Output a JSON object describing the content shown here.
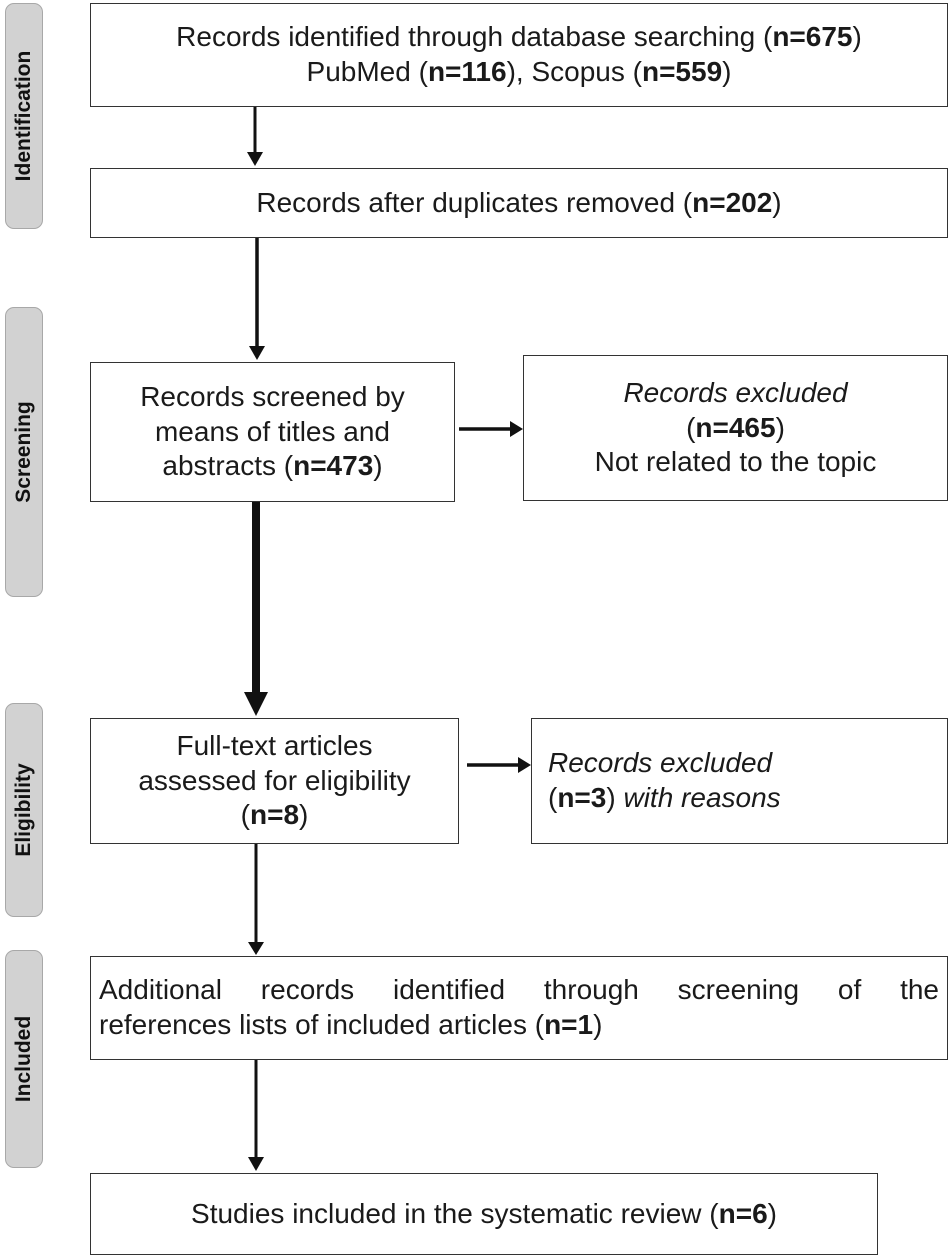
{
  "stages": {
    "identification": "Identification",
    "screening": "Screening",
    "eligibility": "Eligibility",
    "included": "Included"
  },
  "boxes": {
    "identified": {
      "line1_text": "Records identified through database searching (",
      "line1_n": "n=675",
      "line1_close": ")",
      "line2_pre": "PubMed (",
      "line2_n1": "n=116",
      "line2_mid": "), Scopus (",
      "line2_n2": "n=559",
      "line2_close": ")"
    },
    "after_duplicates": {
      "text": "Records after duplicates removed (",
      "n": "n=202",
      "close": ")"
    },
    "screened": {
      "line1": "Records screened by",
      "line2": "means of titles and",
      "line3_pre": "abstracts (",
      "line3_n": "n=473",
      "line3_close": ")"
    },
    "excluded_screening": {
      "line1": "Records excluded",
      "line2_pre": "(",
      "line2_n": "n=465",
      "line2_close": ")",
      "line3": "Not related to the topic"
    },
    "full_text": {
      "line1": "Full-text articles",
      "line2": "assessed for eligibility",
      "line3_pre": "(",
      "line3_n": "n=8",
      "line3_close": ")"
    },
    "excluded_eligibility": {
      "line1": "Records excluded",
      "line2_pre": "(",
      "line2_n": "n=3",
      "line2_mid": ") ",
      "line2_reason": "with reasons"
    },
    "additional": {
      "line1": "Additional records identified through screening of the",
      "line2_pre": "references lists of included articles (",
      "line2_n": "n=1",
      "line2_close": ")"
    },
    "included": {
      "text": "Studies included in the systematic review (",
      "n": "n=6",
      "close": ")"
    }
  },
  "colors": {
    "stage_fill": "#d2d2d2",
    "border": "#333333",
    "arrow": "#111111"
  }
}
